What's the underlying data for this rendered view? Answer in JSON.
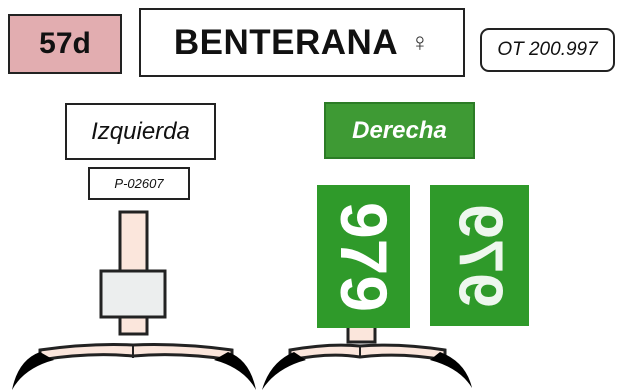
{
  "header": {
    "code": "57d",
    "name": "BENTERANA",
    "sex_symbol": "♀",
    "ot_number": "OT 200.997"
  },
  "left_leg": {
    "label": "Izquierda",
    "ring_code": "P-02607"
  },
  "right_leg": {
    "label": "Derecha",
    "tag_number": "979",
    "tag_number_back": "979"
  },
  "colors": {
    "code_bg": "#e2adb0",
    "green_label": "#3e9a34",
    "green_tag": "#2f9a2a",
    "skin": "#fbe6dc"
  }
}
